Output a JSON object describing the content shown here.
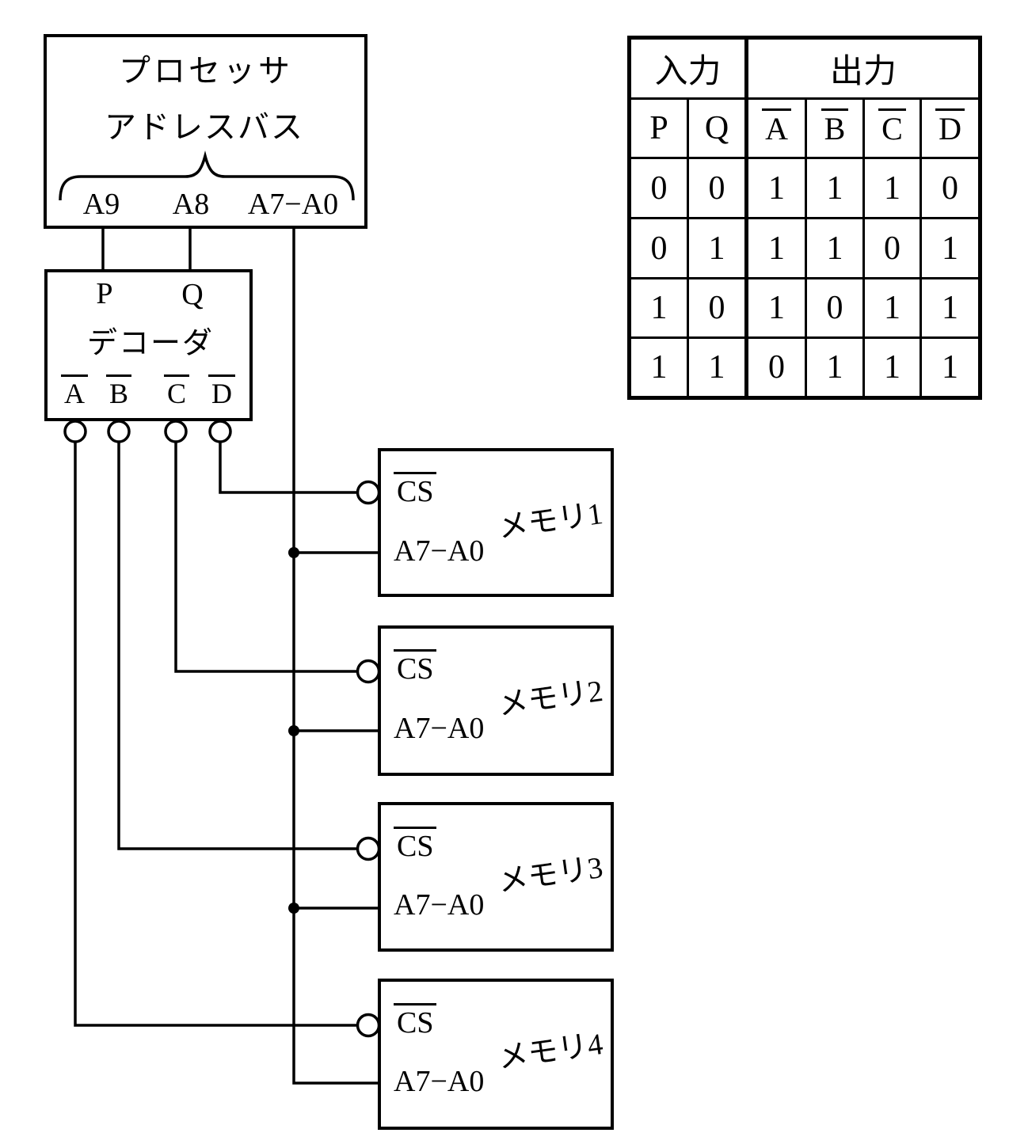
{
  "processor": {
    "line1": "プロセッサ",
    "line2": "アドレスバス",
    "pin_a9": "A9",
    "pin_a8": "A8",
    "pin_bus": "A7−A0"
  },
  "decoder": {
    "input_p": "P",
    "input_q": "Q",
    "label": "デコーダ",
    "outputs": [
      "A",
      "B",
      "C",
      "D"
    ]
  },
  "memories": [
    {
      "name": "メモリ1",
      "cs": "CS",
      "addr": "A7−A0"
    },
    {
      "name": "メモリ2",
      "cs": "CS",
      "addr": "A7−A0"
    },
    {
      "name": "メモリ3",
      "cs": "CS",
      "addr": "A7−A0"
    },
    {
      "name": "メモリ4",
      "cs": "CS",
      "addr": "A7−A0"
    }
  ],
  "truth_table": {
    "group_input": "入力",
    "group_output": "出力",
    "col_headers": [
      "P",
      "Q",
      "A",
      "B",
      "C",
      "D"
    ],
    "rows": [
      [
        "0",
        "0",
        "1",
        "1",
        "1",
        "0"
      ],
      [
        "0",
        "1",
        "1",
        "1",
        "0",
        "1"
      ],
      [
        "1",
        "0",
        "1",
        "0",
        "1",
        "1"
      ],
      [
        "1",
        "1",
        "0",
        "1",
        "1",
        "1"
      ]
    ]
  }
}
